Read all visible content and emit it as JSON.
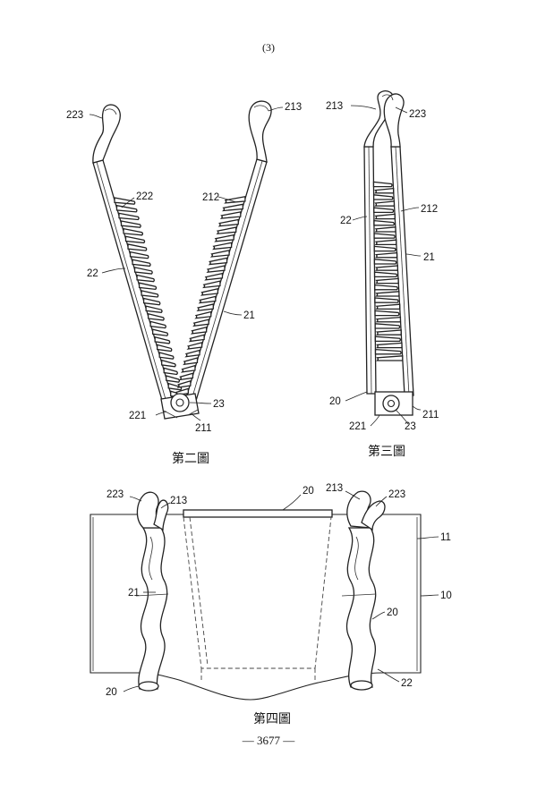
{
  "page": {
    "header": "(3)",
    "footer": "— 3677 —"
  },
  "figures": {
    "fig2": {
      "caption": "第二圖",
      "labels": {
        "l223": "223",
        "l213": "213",
        "l222": "222",
        "l212": "212",
        "l22": "22",
        "l21": "21",
        "l23": "23",
        "l221": "221",
        "l211": "211"
      }
    },
    "fig3": {
      "caption": "第三圖",
      "labels": {
        "l213": "213",
        "l223": "223",
        "l22": "22",
        "l212": "212",
        "l21": "21",
        "l20": "20",
        "l221": "221",
        "l23": "23",
        "l211": "211"
      }
    },
    "fig4": {
      "caption": "第四圖",
      "labels": {
        "l223a": "223",
        "l213a": "213",
        "l20top": "20",
        "l213b": "213",
        "l223b": "223",
        "l11": "11",
        "l10": "10",
        "l21": "21",
        "l20right": "20",
        "l20left": "20",
        "l22": "22"
      }
    }
  }
}
